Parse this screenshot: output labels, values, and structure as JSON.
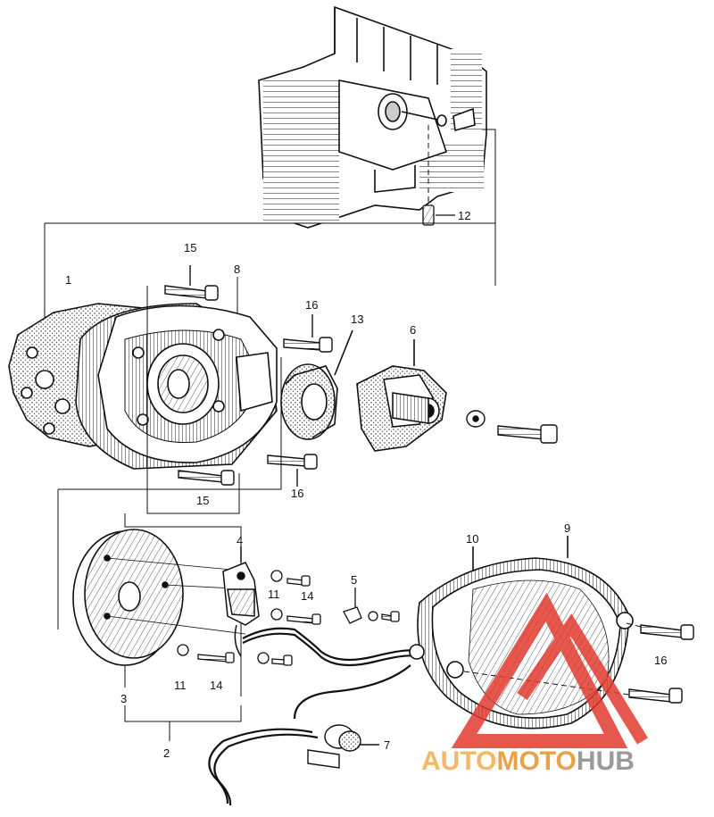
{
  "callouts": [
    {
      "id": "c1",
      "text": "1"
    },
    {
      "id": "c2",
      "text": "2"
    },
    {
      "id": "c3",
      "text": "3"
    },
    {
      "id": "c4",
      "text": "4"
    },
    {
      "id": "c5",
      "text": "5"
    },
    {
      "id": "c6",
      "text": "6"
    },
    {
      "id": "c7",
      "text": "7"
    },
    {
      "id": "c8",
      "text": "8"
    },
    {
      "id": "c9",
      "text": "9"
    },
    {
      "id": "c10",
      "text": "10"
    },
    {
      "id": "c11a",
      "text": "11"
    },
    {
      "id": "c11b",
      "text": "11"
    },
    {
      "id": "c12",
      "text": "12"
    },
    {
      "id": "c13",
      "text": "13"
    },
    {
      "id": "c14a",
      "text": "14"
    },
    {
      "id": "c14b",
      "text": "14"
    },
    {
      "id": "c15a",
      "text": "15"
    },
    {
      "id": "c15b",
      "text": "15"
    },
    {
      "id": "c16a",
      "text": "16"
    },
    {
      "id": "c16b",
      "text": "16"
    },
    {
      "id": "c16c",
      "text": "16"
    }
  ],
  "watermark": {
    "part1": "AUTO",
    "part2": "MOTO",
    "part3": "HUB",
    "colors": {
      "auto": "#f2b866",
      "moto": "#e8a24a",
      "hub": "#9a9a9a",
      "logo": "#e23a2e"
    }
  }
}
